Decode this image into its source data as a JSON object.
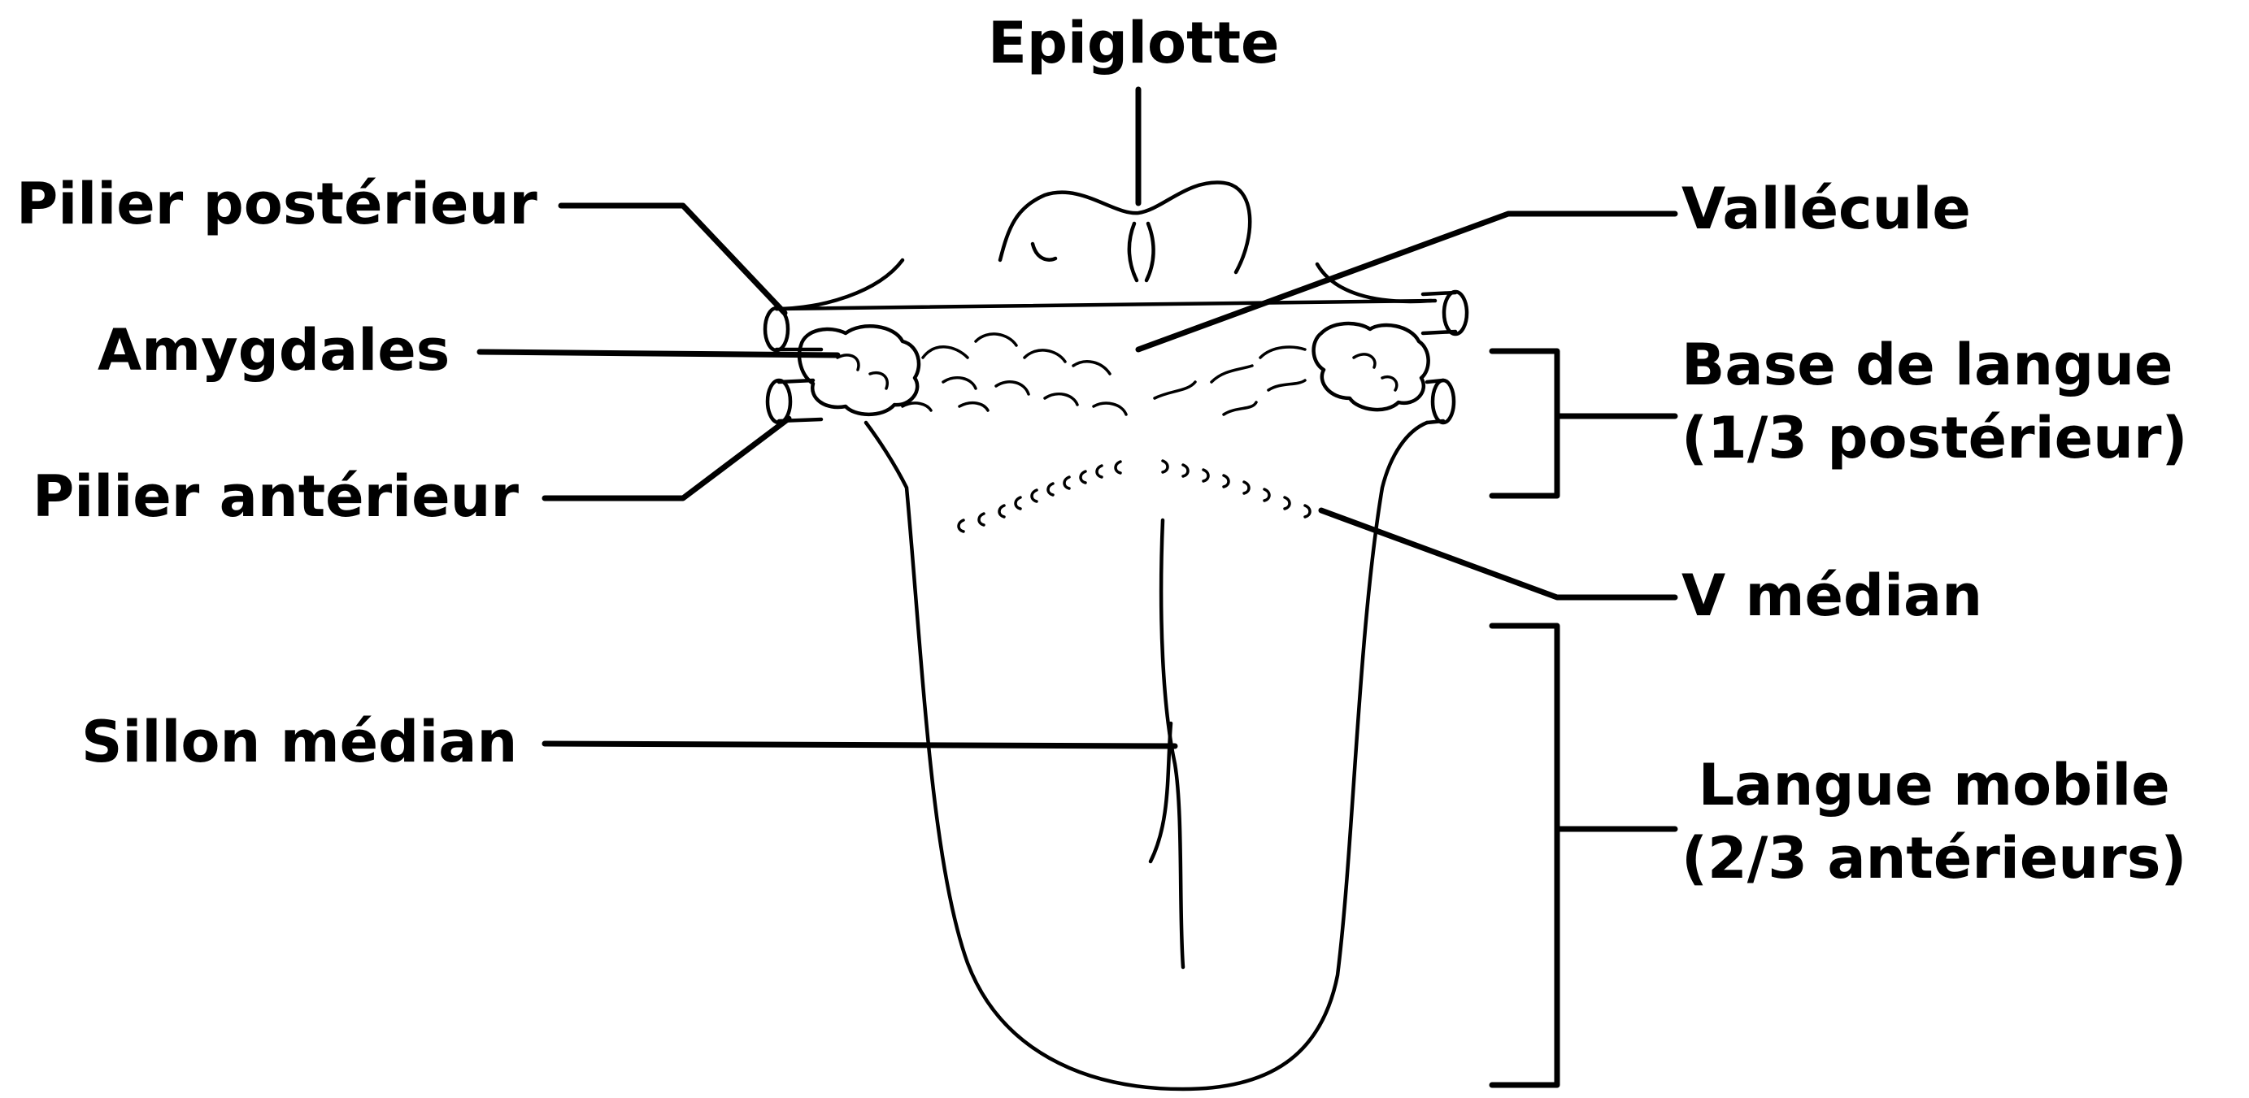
{
  "diagram": {
    "labels": {
      "epiglotte": "Epiglotte",
      "pilier_posterieur": "Pilier postérieur",
      "vallecule": "Vallécule",
      "amygdales": "Amygdales",
      "base_de_langue_line1": "Base de langue",
      "base_de_langue_line2": "(1/3 postérieur)",
      "pilier_anterieur": "Pilier antérieur",
      "v_median": "V médian",
      "sillon_median": "Sillon médian",
      "langue_mobile_line1": "Langue mobile",
      "langue_mobile_line2": "(2/3 antérieurs)"
    },
    "colors": {
      "ink": "#000000",
      "background": "#ffffff"
    }
  }
}
